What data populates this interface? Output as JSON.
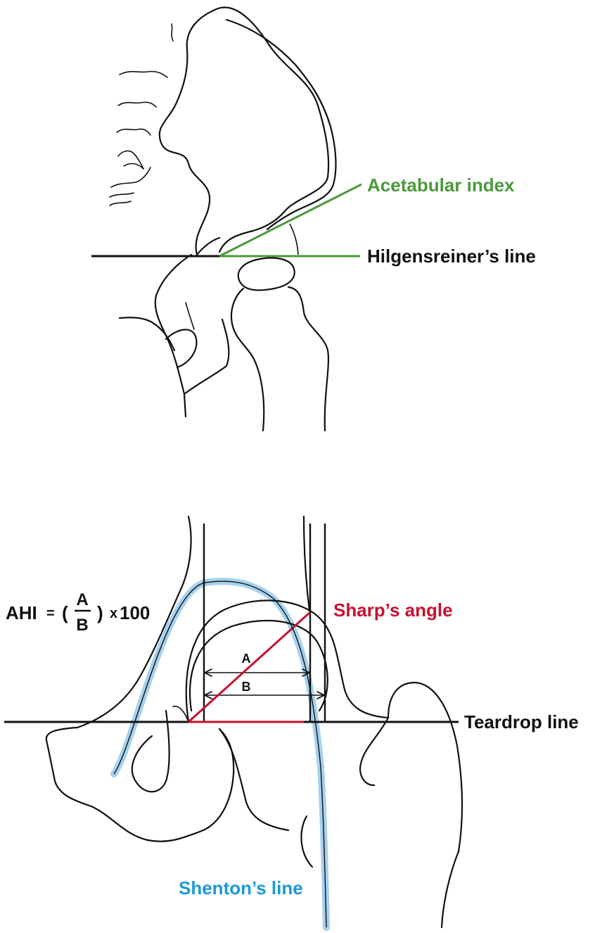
{
  "colors": {
    "green": "#4a9a3a",
    "red": "#c8102e",
    "blue": "#1a9ad9",
    "blue_band": "#a6d1ee",
    "ink": "#111111"
  },
  "top_diagram": {
    "acetabular_index_label": "Acetabular index",
    "hilgenreiner_label": "Hilgensreiner’s line"
  },
  "bottom_diagram": {
    "formula": {
      "prefix": "AHI",
      "equals": "=",
      "open_paren": "(",
      "numerator": "A",
      "denominator": "B",
      "close_paren": ")",
      "times": "x",
      "factor": "100"
    },
    "sharps_angle_label": "Sharp’s angle",
    "teardrop_label": "Teardrop line",
    "shenton_label": "Shenton’s line",
    "arrow_a_label": "A",
    "arrow_b_label": "B"
  }
}
